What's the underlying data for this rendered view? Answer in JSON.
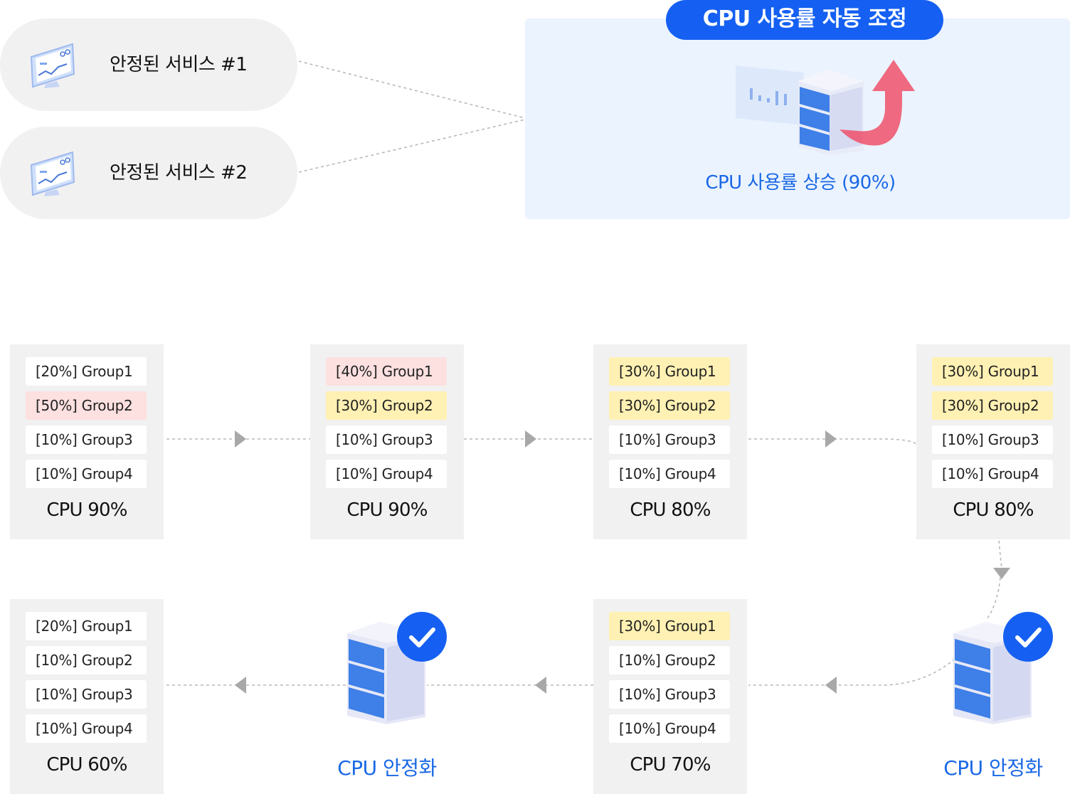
{
  "services": [
    {
      "label": "안정된 서비스 #1",
      "icon": "monitor-icon"
    },
    {
      "label": "안정된 서비스 #2",
      "icon": "monitor-icon"
    }
  ],
  "autoscale": {
    "badge": "CPU 사용률 자동 조정",
    "rise_text": "CPU 사용률 상승 (90%)",
    "icon": "server-rise-icon"
  },
  "stages": [
    {
      "cpu": "CPU 90%",
      "rows": [
        {
          "text": "[20%]  Group1",
          "status": "normal"
        },
        {
          "text": "[50%]  Group2",
          "status": "high"
        },
        {
          "text": "[10%]  Group3",
          "status": "normal"
        },
        {
          "text": "[10%]  Group4",
          "status": "normal"
        }
      ]
    },
    {
      "cpu": "CPU 90%",
      "rows": [
        {
          "text": "[40%]  Group1",
          "status": "high"
        },
        {
          "text": "[30%]  Group2",
          "status": "medium"
        },
        {
          "text": "[10%]  Group3",
          "status": "normal"
        },
        {
          "text": "[10%]  Group4",
          "status": "normal"
        }
      ]
    },
    {
      "cpu": "CPU 80%",
      "rows": [
        {
          "text": "[30%]  Group1",
          "status": "medium"
        },
        {
          "text": "[30%]  Group2",
          "status": "medium"
        },
        {
          "text": "[10%]  Group3",
          "status": "normal"
        },
        {
          "text": "[10%]  Group4",
          "status": "normal"
        }
      ]
    },
    {
      "cpu": "CPU 80%",
      "rows": [
        {
          "text": "[30%]  Group1",
          "status": "medium"
        },
        {
          "text": "[30%]  Group2",
          "status": "medium"
        },
        {
          "text": "[10%]  Group3",
          "status": "normal"
        },
        {
          "text": "[10%]  Group4",
          "status": "normal"
        }
      ]
    },
    {
      "cpu": "CPU 70%",
      "rows": [
        {
          "text": "[30%]  Group1",
          "status": "medium"
        },
        {
          "text": "[10%]  Group2",
          "status": "normal"
        },
        {
          "text": "[10%]  Group3",
          "status": "normal"
        },
        {
          "text": "[10%]  Group4",
          "status": "normal"
        }
      ]
    },
    {
      "cpu": "CPU 60%",
      "rows": [
        {
          "text": "[20%]  Group1",
          "status": "normal"
        },
        {
          "text": "[10%]  Group2",
          "status": "normal"
        },
        {
          "text": "[10%]  Group3",
          "status": "normal"
        },
        {
          "text": "[10%]  Group4",
          "status": "normal"
        }
      ]
    }
  ],
  "stabilized": [
    {
      "label": "CPU 안정화",
      "icon": "server-check-icon"
    },
    {
      "label": "CPU 안정화",
      "icon": "server-check-icon"
    }
  ],
  "colors": {
    "accent": "#1560f2",
    "accent_text": "#1a68e6",
    "high": "#fde0e0",
    "medium": "#fff1b3",
    "card": "#f1f1f1"
  }
}
